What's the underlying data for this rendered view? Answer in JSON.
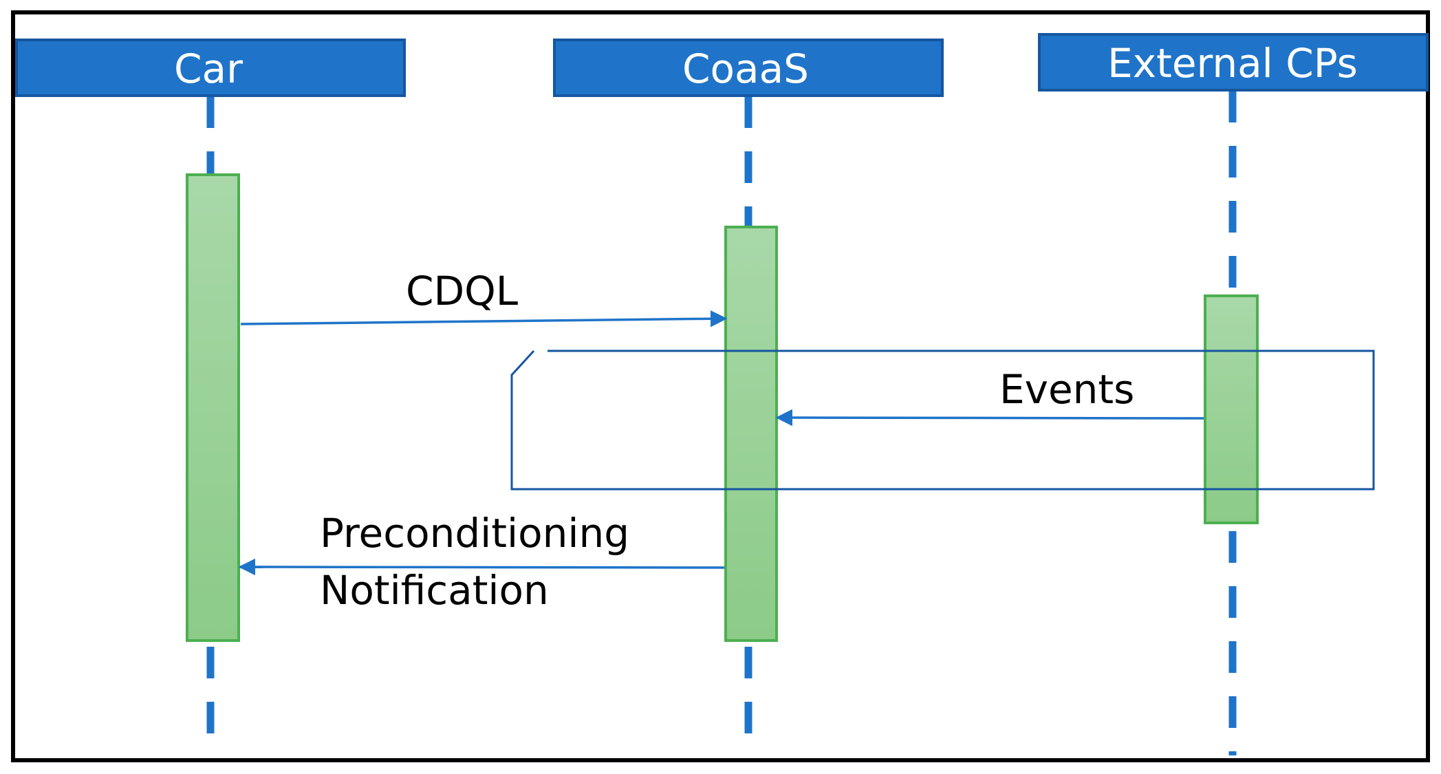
{
  "participants": [
    {
      "id": "car",
      "label": "Car"
    },
    {
      "id": "coaas",
      "label": "CoaaS"
    },
    {
      "id": "external",
      "label": "External CPs"
    }
  ],
  "messages": [
    {
      "id": "cdql",
      "label": "CDQL",
      "from": "car",
      "to": "coaas"
    },
    {
      "id": "events",
      "label": "Events",
      "from": "external",
      "to": "coaas"
    },
    {
      "id": "preconditioning",
      "label_line1": "Preconditioning",
      "label_line2": "Notification",
      "from": "coaas",
      "to": "car"
    }
  ],
  "colors": {
    "header_fill": "#1f74c9",
    "header_border": "#1556a0",
    "lifeline": "#1f74c9",
    "activation_fill_top": "#a8d8a8",
    "activation_fill_bottom": "#8ccb88",
    "activation_border": "#4caf50",
    "message_line": "#1f74c9",
    "loop_frame": "#1556a0",
    "outer_border": "#000000"
  }
}
